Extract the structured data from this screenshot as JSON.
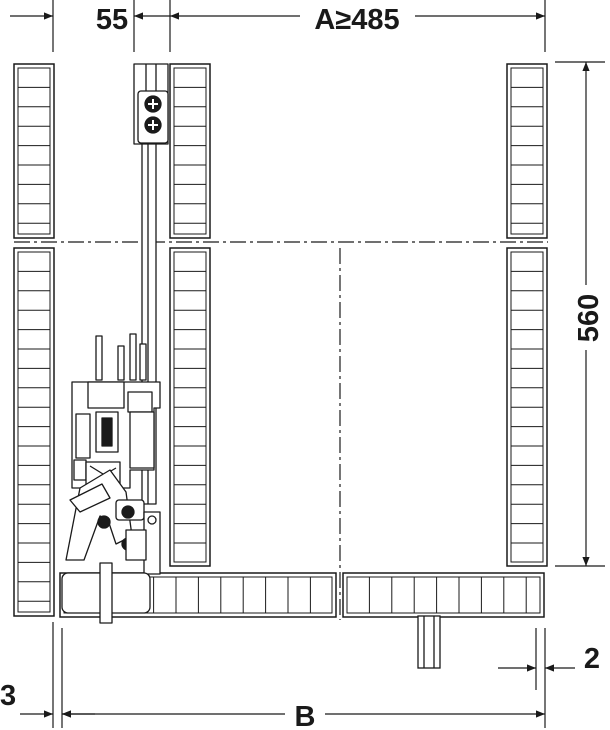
{
  "dimensions": {
    "side_clearance": "55",
    "inner_width": "A≥485",
    "depth": "560",
    "rear_offset": "2",
    "front_offset": "3",
    "overall_width": "B"
  },
  "colors": {
    "line": "#1a1a1a",
    "panel_fill": "#ffffff",
    "centerline": "#1a1a1a"
  }
}
